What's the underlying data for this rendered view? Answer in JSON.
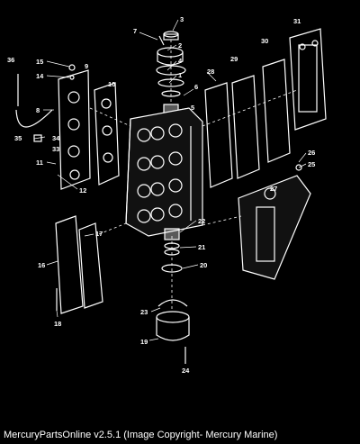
{
  "diagram": {
    "callouts": {
      "c3": "3",
      "c7": "7",
      "c2": "2",
      "c4": "4",
      "c1": "1",
      "c5": "5",
      "c36": "36",
      "c15": "15",
      "c14": "14",
      "c9": "9",
      "c8": "8",
      "c10": "10",
      "c35": "35",
      "c34": "34",
      "c33": "33",
      "c11": "11",
      "c12": "12",
      "c6": "6",
      "c28": "28",
      "c29": "29",
      "c30": "30",
      "c31": "31",
      "c26": "26",
      "c25": "25",
      "c27": "27",
      "c22": "22",
      "c21": "21",
      "c20": "20",
      "c17": "17",
      "c16": "16",
      "c18": "18",
      "c23": "23",
      "c19": "19",
      "c24": "24"
    }
  },
  "footer": {
    "text": "MercuryPartsOnline v2.5.1 (Image Copyright- Mercury Marine)"
  }
}
